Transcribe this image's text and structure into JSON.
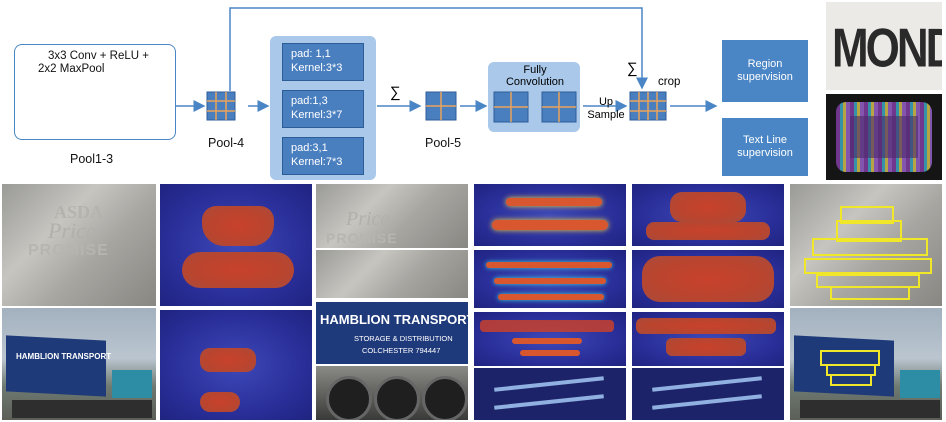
{
  "diagram": {
    "conv_block": {
      "line1": "3x3 Conv + ReLU +",
      "line2": "2x2 MaxPool"
    },
    "labels": {
      "pool13": "Pool1-3",
      "pool4": "Pool-4",
      "pool5": "Pool-5",
      "sum1": "∑",
      "sum2": "∑",
      "crop": "crop",
      "fully_conv": "Fully\nConvolution",
      "upsample": "Up\nSample"
    },
    "kernels": [
      {
        "pad": "pad: 1,1",
        "kernel": "Kernel:3*3"
      },
      {
        "pad": "pad:1,3",
        "kernel": "Kernel:3*7"
      },
      {
        "pad": "pad:3,1",
        "kernel": "Kernel:7*3"
      }
    ],
    "supervision": {
      "region": "Region\nsupervision",
      "textline": "Text Line\nsupervision"
    },
    "colors": {
      "box": "#4a86c5",
      "panel": "#a9c8ea",
      "grid_line": "#e9a35a",
      "arrow": "#4a86c5"
    }
  },
  "images": {
    "mondo_text": "MONDO",
    "stone_lines": [
      "ASDA",
      "Price",
      "PROMISE"
    ],
    "truck_line1": "HAMBLION TRANSPORT",
    "truck_line2": "STORAGE & DISTRIBUTION",
    "truck_line3": "COLCHESTER 794447"
  }
}
